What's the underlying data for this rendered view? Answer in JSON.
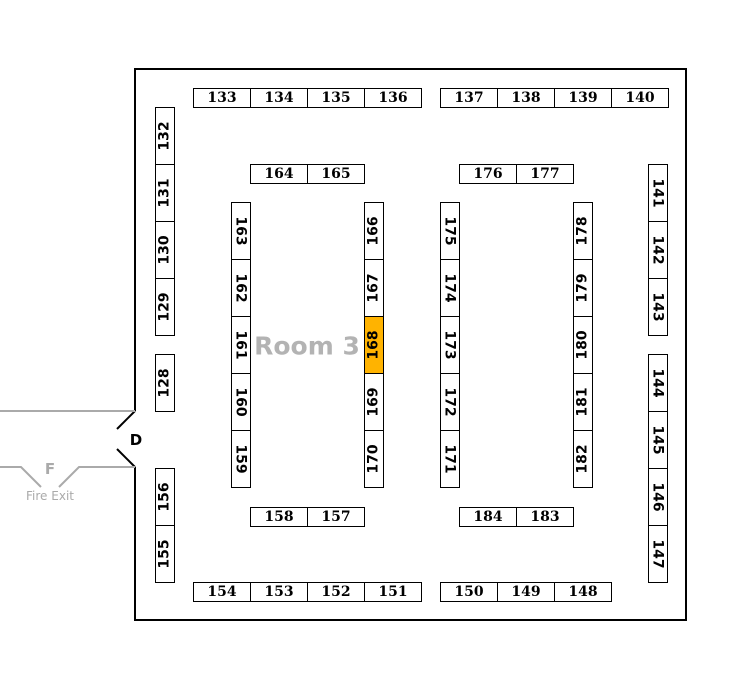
{
  "room_label": "Room 3",
  "door_label": "D",
  "fire_exit": {
    "letter": "F",
    "label": "Fire Exit"
  },
  "highlighted_booth": "168",
  "colors": {
    "highlight": "#FFB300",
    "wall": "#000000",
    "exit_line": "#aaaaaa"
  },
  "booths": [
    "128",
    "129",
    "130",
    "131",
    "132",
    "133",
    "134",
    "135",
    "136",
    "137",
    "138",
    "139",
    "140",
    "141",
    "142",
    "143",
    "144",
    "145",
    "146",
    "147",
    "148",
    "149",
    "150",
    "151",
    "152",
    "153",
    "154",
    "155",
    "156",
    "157",
    "158",
    "159",
    "160",
    "161",
    "162",
    "163",
    "164",
    "165",
    "166",
    "167",
    "168",
    "169",
    "170",
    "171",
    "172",
    "173",
    "174",
    "175",
    "176",
    "177",
    "178",
    "179",
    "180",
    "181",
    "182",
    "183",
    "184"
  ]
}
